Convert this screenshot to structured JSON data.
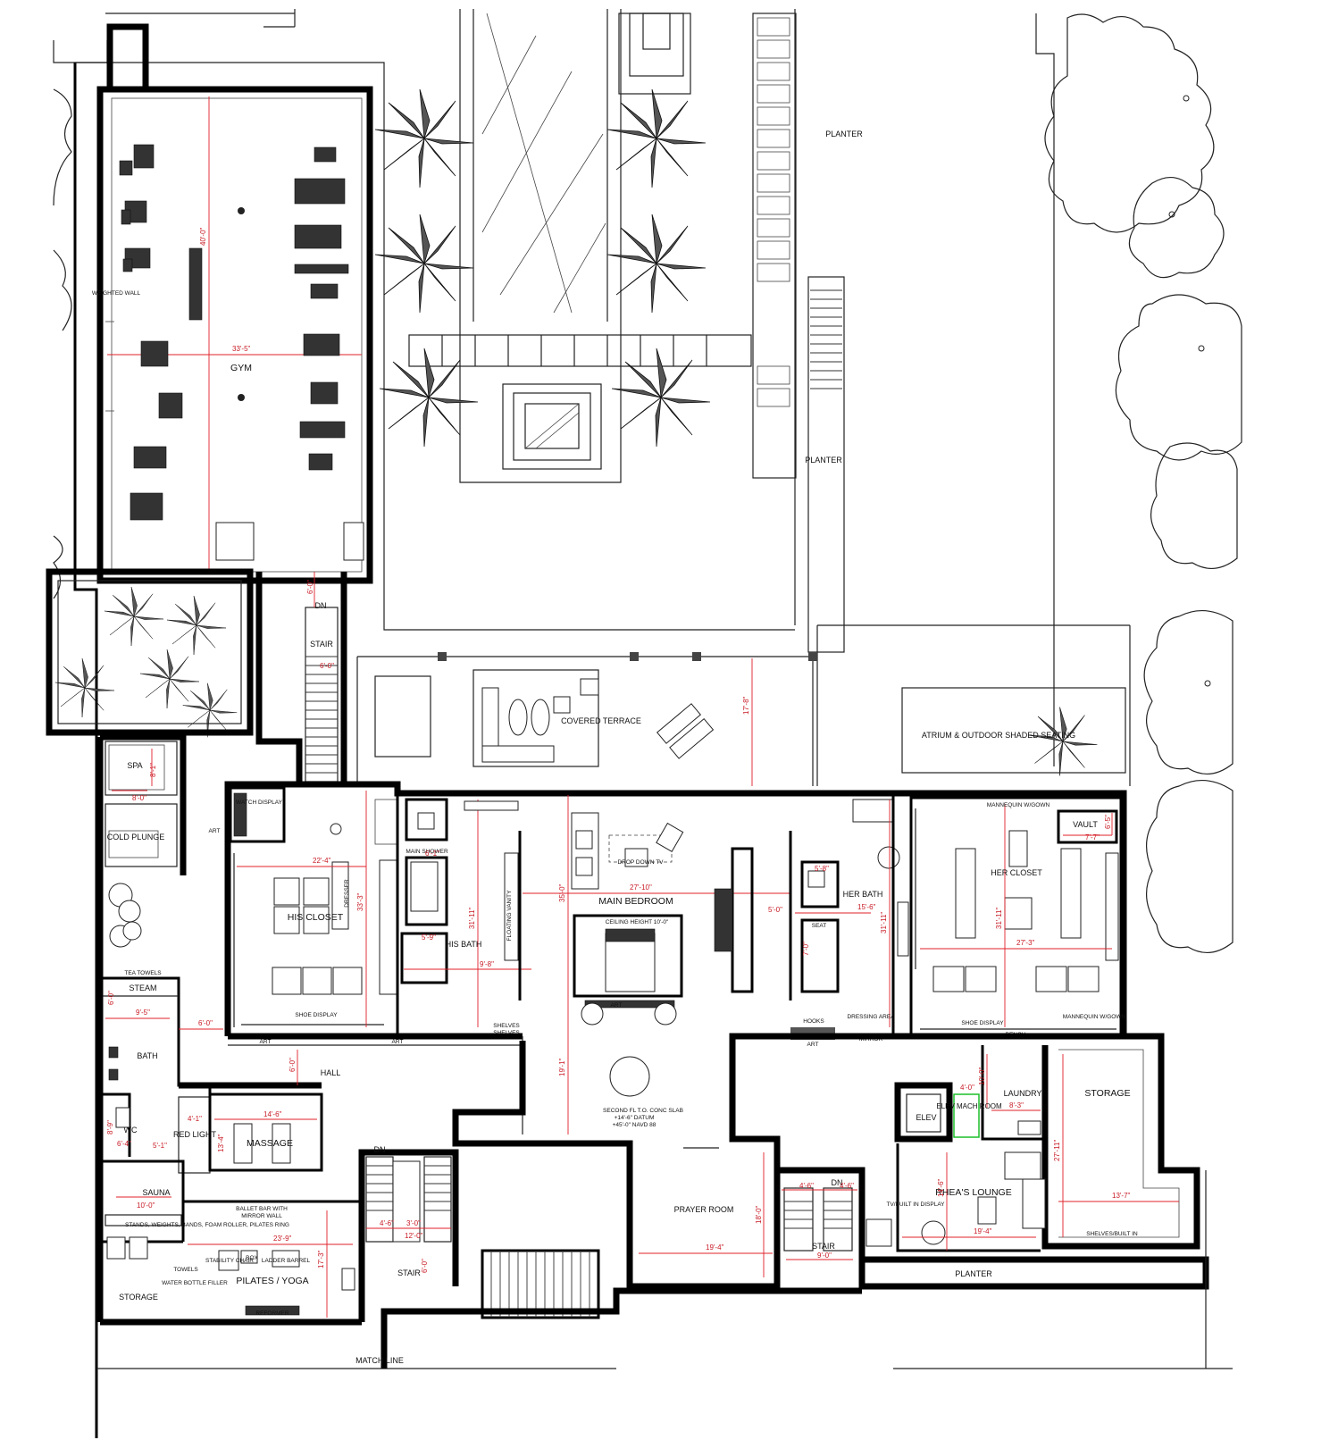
{
  "rooms": {
    "gym": "GYM",
    "planter_top": "PLANTER",
    "planter_mid": "PLANTER",
    "covered_terrace": "COVERED TERRACE",
    "atrium": "ATRIUM & OUTDOOR SHADED SEATING",
    "spa": "SPA",
    "cold_plunge": "COLD PLUNGE",
    "steam": "STEAM",
    "bath": "BATH",
    "wc": "WC",
    "red_light": "RED LIGHT",
    "massage": "MASSAGE",
    "sauna": "SAUNA",
    "storage_left": "STORAGE",
    "pilates": "PILATES / YOGA",
    "his_closet": "HIS CLOSET",
    "his_bath": "HIS BATH",
    "main_bedroom": "MAIN BEDROOM",
    "her_bath": "HER BATH",
    "her_closet": "HER CLOSET",
    "vault": "VAULT",
    "hall": "HALL",
    "stair_upper": "STAIR",
    "stair_lower": "STAIR",
    "stair_right": "STAIR",
    "prayer_room": "PRAYER ROOM",
    "elev": "ELEV",
    "elev_mach": "ELEV MACH ROOM",
    "laundry": "LAUNDRY",
    "storage_right": "STORAGE",
    "rheas_lounge": "RHEA'S LOUNGE",
    "planter_bottom": "PLANTER",
    "match_line": "MATCH LINE"
  },
  "notes": {
    "dn1": "DN",
    "dn2": "DN",
    "dn3": "DN",
    "tea_towels": "TEA TOWELS",
    "watch_display": "WATCH DISPLAY",
    "dresser": "DRESSER",
    "shoe_display_his": "SHOE DISPLAY",
    "main_shower": "MAIN SHOWER",
    "floating_vanity": "FLOATING VANITY",
    "ceiling_height": "CEILING HEIGHT 10'-0\"",
    "drop_down_tv": "DROP DOWN TV",
    "art1": "ART",
    "art2": "ART",
    "art3": "ART",
    "mannequin1": "MANNEQUIN W/GOWN",
    "mannequin2": "MANNEQUIN W/GOWN",
    "bench": "BENCH",
    "shoe_display_her": "SHOE DISPLAY",
    "seat": "SEAT",
    "hooks": "HOOKS",
    "mirror": "MIRROR",
    "dressing_area": "DRESSING AREA",
    "shelves": "SHELVES",
    "slab1": "SECOND FL T.O. CONC SLAB",
    "slab2": "+14'-6\" DATUM",
    "slab3": "+45'-0\" NAVD 88",
    "ballet1": "BALLET BAR WITH",
    "ballet2": "MIRROR WALL",
    "stands": "STANDS, WEIGHTS, BANDS, FOAM ROLLER, PILATES RING",
    "stability_chair": "STABILITY CHAIR",
    "box": "BOX",
    "ladder_barrel": "LADDER BARREL",
    "reformer": "REFORMER",
    "water_bottle": "WATER BOTTLE FILLER",
    "towels": "TOWELS",
    "tv_built_in": "TV/BUILT IN DISPLAY",
    "shelves_built_in": "SHELVES/BUILT IN",
    "weighted_wall": "WEIGHTED WALL"
  },
  "dimensions": {
    "gym_w": "33'-5\"",
    "gym_h": "40'-0\"",
    "stair_a": "6'-0\"",
    "stair_b": "6'-0\"",
    "terrace_h": "17'-8\"",
    "spa_w": "8'-0\"",
    "spa_h": "8'-1\"",
    "steam_w": "9'-5\"",
    "steam_h": "6'-0\"",
    "hall_a": "6'-0\"",
    "hall_b": "6'-0\"",
    "his_closet_w": "22'-4\"",
    "his_closet_h": "33'-3\"",
    "his_bath_h": "31'-11\"",
    "his_bath_w": "9'-8\"",
    "shower_w": "6'-1\"",
    "wc_w": "5'-9\"",
    "bed_h": "35'-0\"",
    "bed_w": "27'-10\"",
    "main_h": "19'-1\"",
    "her_bath_w": "15'-6\"",
    "her_bath_h": "31'-11\"",
    "her_a": "5'-8\"",
    "her_b": "7'-0\"",
    "her_c": "5'-0\"",
    "her_closet_w": "27'-3\"",
    "her_closet_h": "31'-11\"",
    "vault_w": "7'-7\"",
    "vault_h": "6'-5\"",
    "red_light_w": "4'-1\"",
    "red_light_h": "13'-4\"",
    "massage_w": "14'-6\"",
    "wc_a": "8'-9\"",
    "wc_b": "6'-4\"",
    "wc_c": "5'-1\"",
    "sauna_w": "10'-0\"",
    "pilates_w": "23'-9\"",
    "pilates_h": "17'-3\"",
    "stair_w1": "4'-6\"",
    "stair_w2": "3'-0\"",
    "stair_w3": "12'-0\"",
    "stair_h": "6'-0\"",
    "prayer_w": "19'-4\"",
    "prayer_h": "18'-0\"",
    "stair_r1": "4'-6\"",
    "stair_r2": "4'-6\"",
    "stair_r3": "9'-0\"",
    "elev_a": "4'-0\"",
    "laundry_h": "10'-0\"",
    "laundry_w": "8'-3\"",
    "storage_w": "13'-7\"",
    "storage_h": "27'-11\"",
    "lounge_w": "19'-4\"",
    "lounge_h": "14'-6\""
  }
}
